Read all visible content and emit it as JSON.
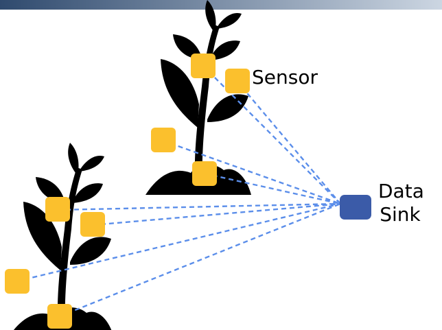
{
  "labels": {
    "sensor": "Sensor",
    "sink_line1": "Data",
    "sink_line2": "Sink"
  },
  "colors": {
    "sensor": "#FBC02D",
    "sink": "#3B5BA8",
    "link": "#5B8EEA",
    "plant": "#000000",
    "top_bar_start": "#2F4A6E",
    "top_bar_end": "#CCD6E2"
  },
  "icons": {
    "plant": "plant-icon",
    "sensor": "sensor-node-icon",
    "sink": "data-sink-icon"
  }
}
